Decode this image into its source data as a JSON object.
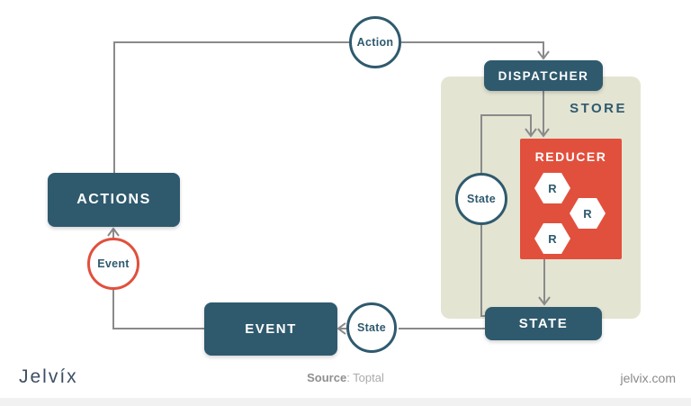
{
  "colors": {
    "teal": "#2f5a6e",
    "red": "#e1503d",
    "store_background": "#e3e4d2",
    "connector_gray": "#8a8a8a"
  },
  "diagram": {
    "nodes": {
      "actions": "ACTIONS",
      "dispatcher": "DISPATCHER",
      "store": "STORE",
      "reducer": "REDUCER",
      "state_box": "STATE",
      "event_box": "EVENT"
    },
    "circles": {
      "action": "Action",
      "state_store": "State",
      "state_flow": "State",
      "event": "Event"
    },
    "reducer_units": [
      "R",
      "R",
      "R"
    ]
  },
  "footer": {
    "logo": "Jelvíx",
    "source_label": "Source",
    "source_value": ": Toptal",
    "website": "jelvix.com"
  }
}
